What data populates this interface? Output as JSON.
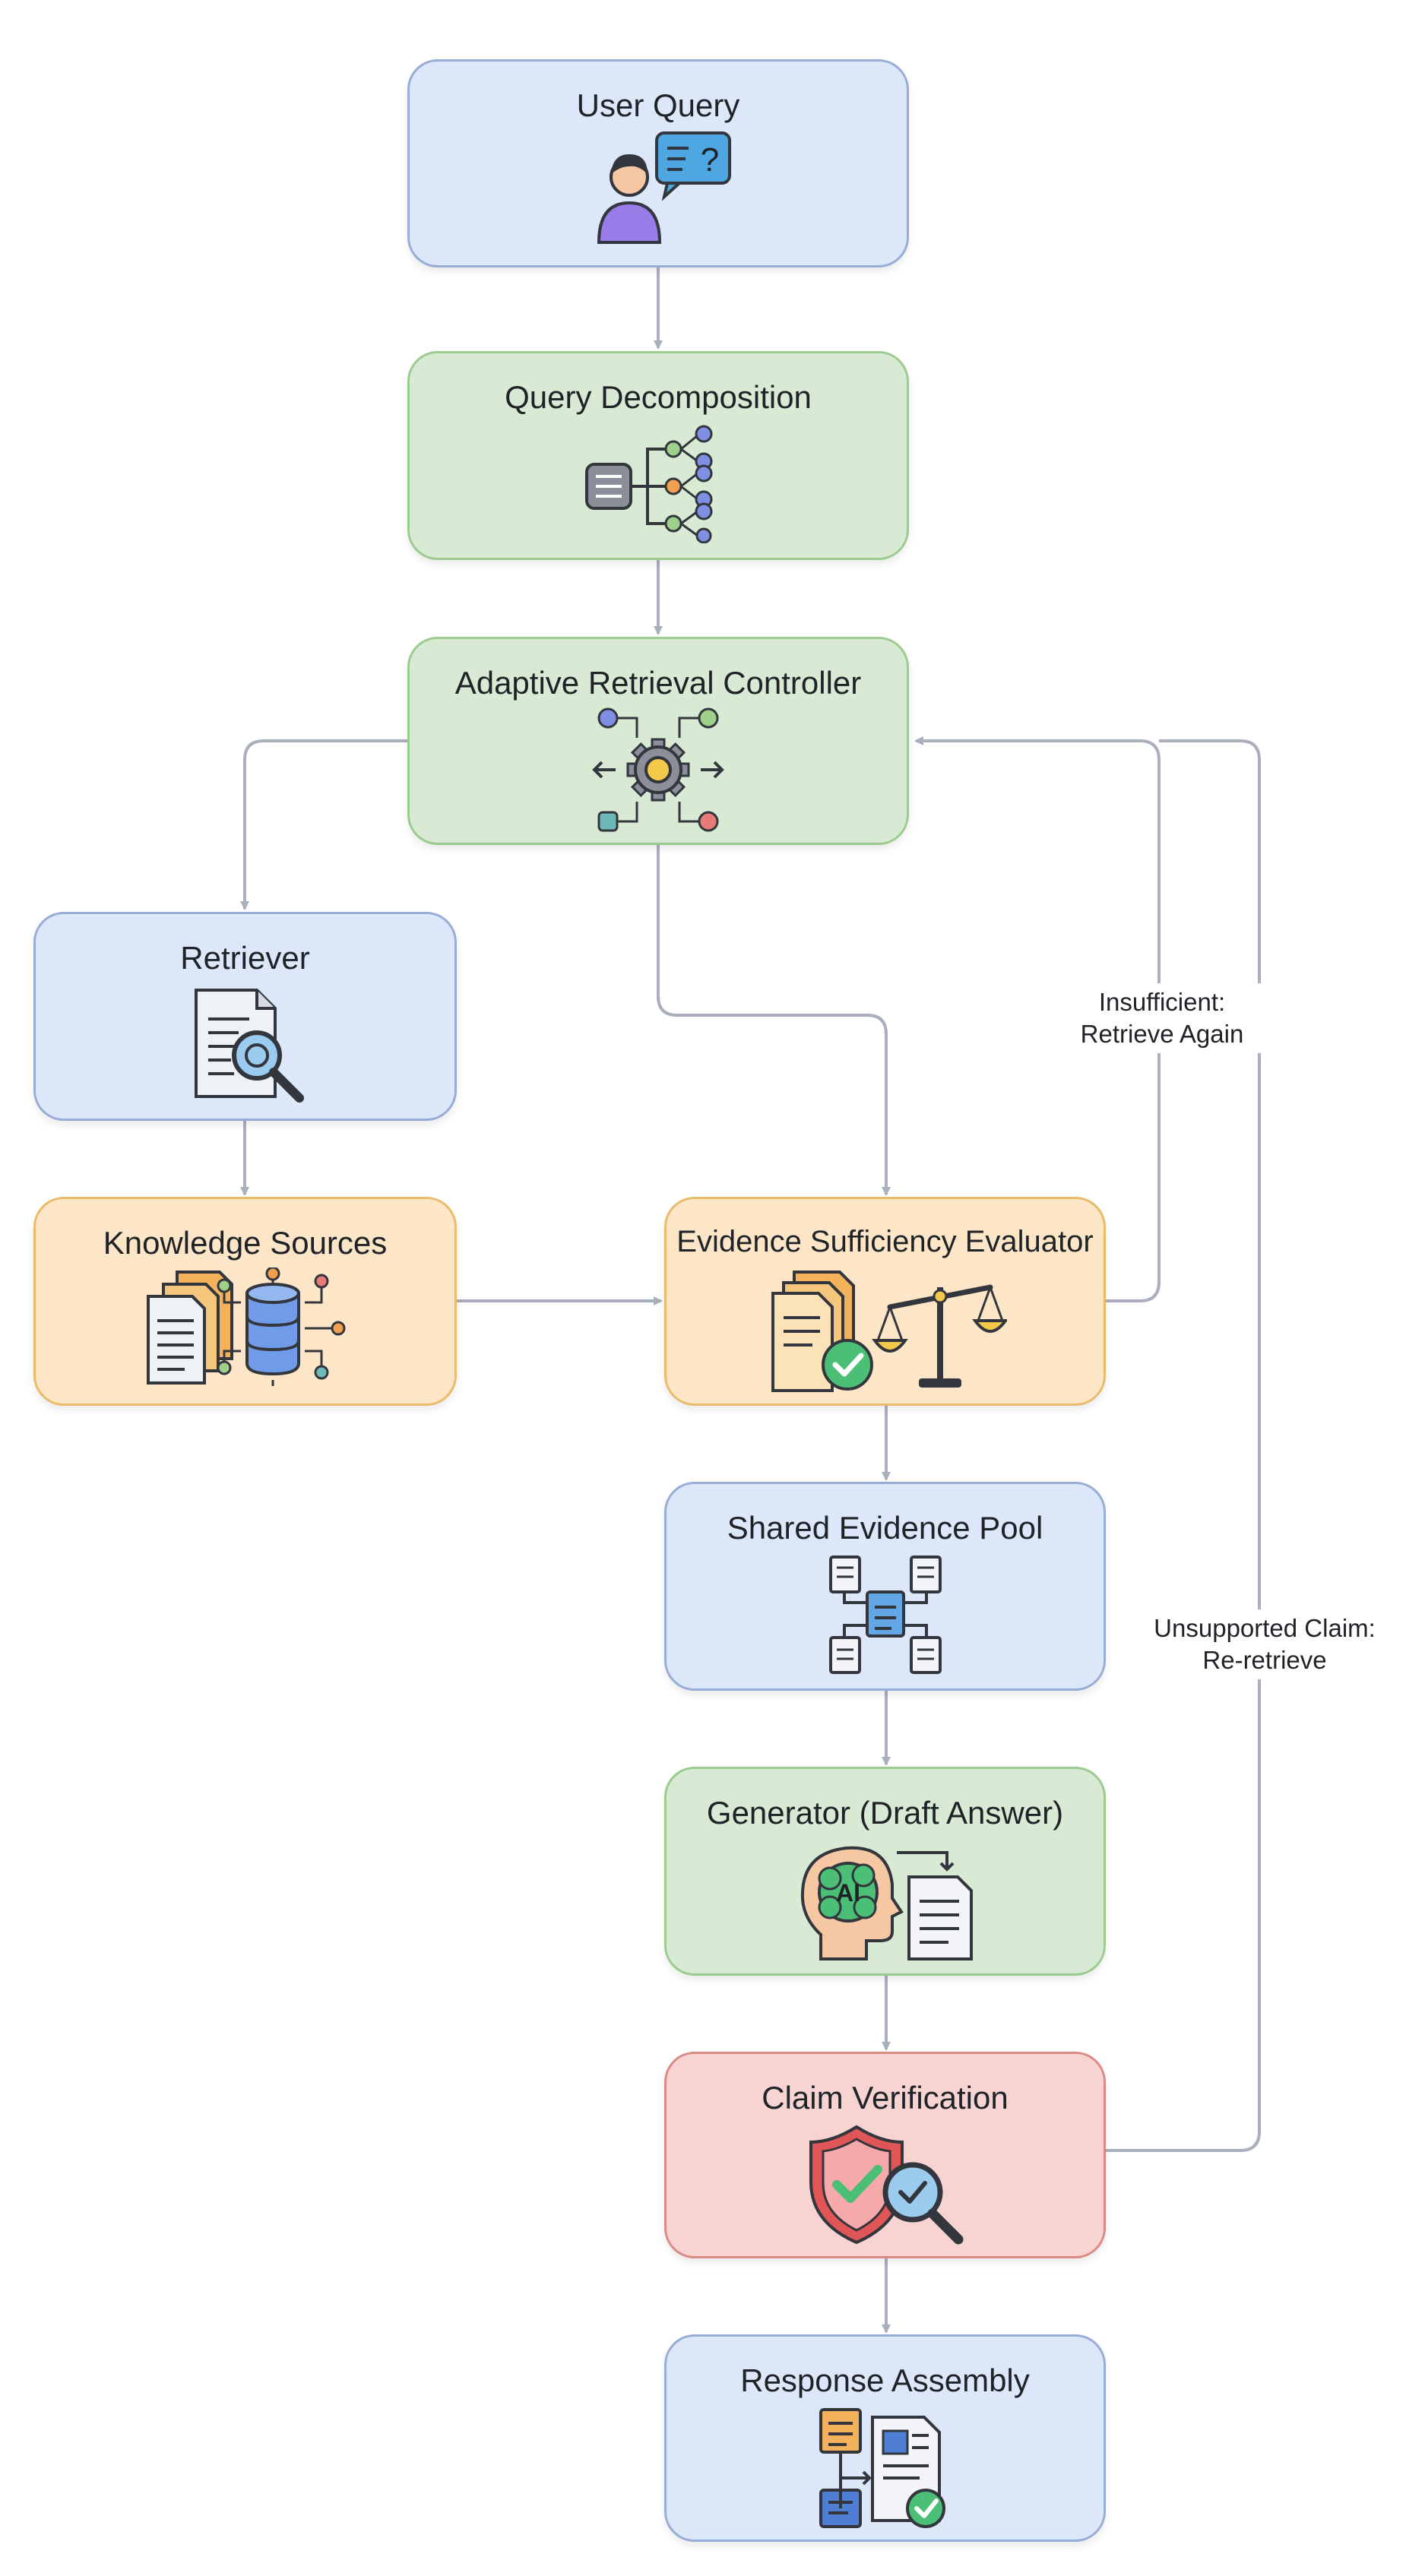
{
  "nodes": {
    "user_query": "User Query",
    "query_decomposition": "Query Decomposition",
    "adaptive_retrieval_controller": "Adaptive Retrieval Controller",
    "retriever": "Retriever",
    "knowledge_sources": "Knowledge Sources",
    "evidence_sufficiency_evaluator": "Evidence Sufficiency Evaluator",
    "shared_evidence_pool": "Shared Evidence Pool",
    "generator": "Generator (Draft Answer)",
    "claim_verification": "Claim Verification",
    "response_assembly": "Response Assembly"
  },
  "edge_labels": {
    "insufficient_line1": "Insufficient:",
    "insufficient_line2": "Retrieve Again",
    "unsupported_line1": "Unsupported Claim:",
    "unsupported_line2": "Re-retrieve"
  },
  "icon_text": {
    "ai": "AI",
    "question": "?"
  },
  "colors": {
    "blue_fill": "#dce7f9",
    "green_fill": "#d8ead3",
    "orange_fill": "#fde6c7",
    "red_fill": "#f7d4d2",
    "connector": "#a9afbd"
  }
}
